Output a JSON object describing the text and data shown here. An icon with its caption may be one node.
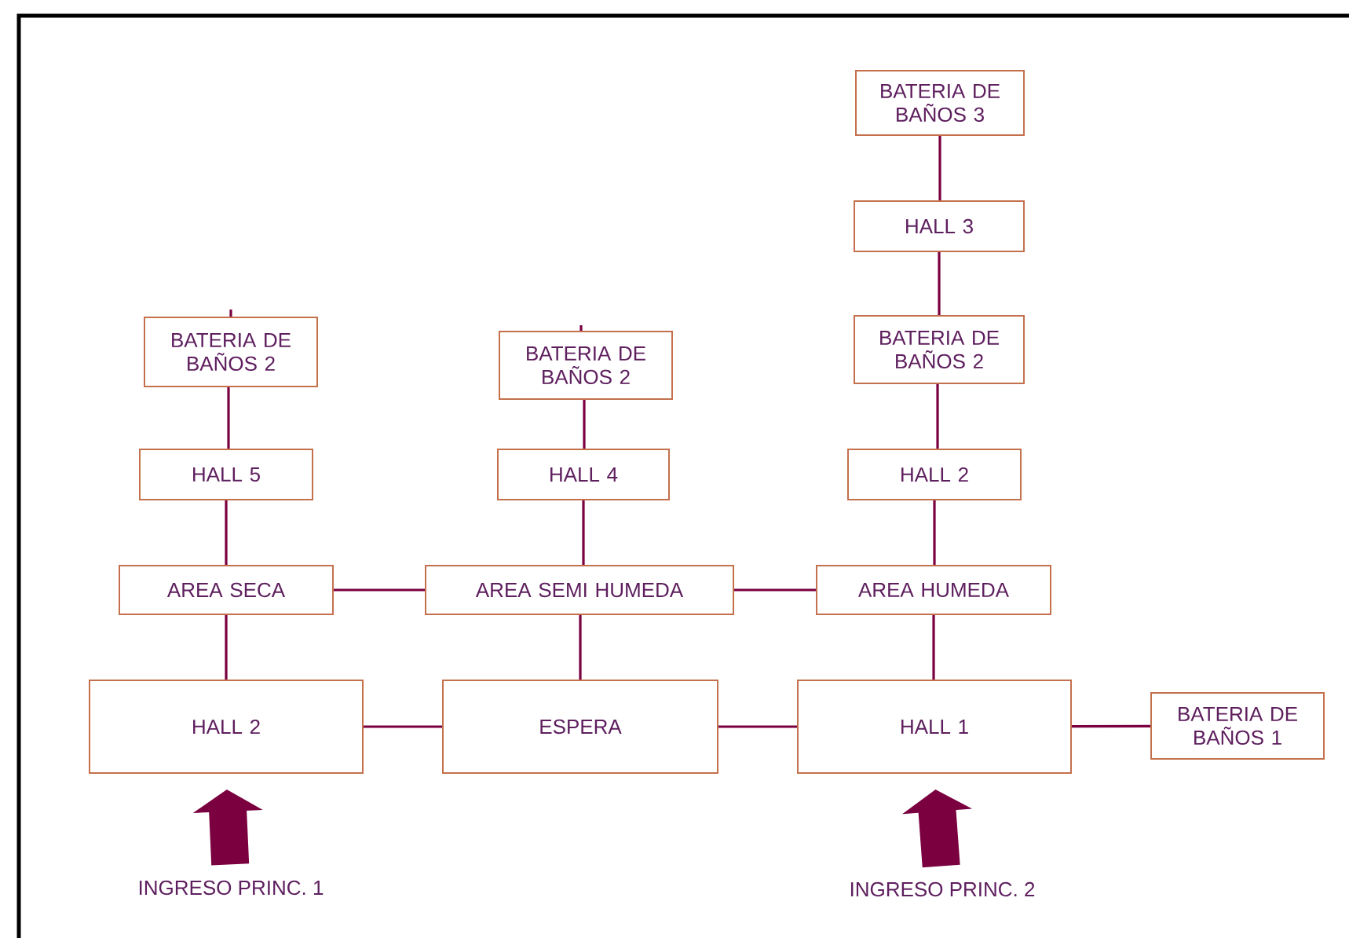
{
  "diagram": {
    "nodes": [
      {
        "text": [
          "BATERIA DE BAÑOS 3"
        ]
      },
      {
        "text": [
          "HALL 3"
        ]
      },
      {
        "text": [
          "BATERIA DE BAÑOS 2"
        ]
      },
      {
        "text": [
          "BATERIA DE BAÑOS 2"
        ]
      },
      {
        "text": [
          "BATERIA DE BAÑOS 2"
        ]
      },
      {
        "text": [
          "HALL 5"
        ]
      },
      {
        "text": [
          "HALL 4"
        ]
      },
      {
        "text": [
          "HALL 2"
        ]
      },
      {
        "text": [
          "AREA SECA"
        ]
      },
      {
        "text": [
          "AREA SEMI HUMEDA"
        ]
      },
      {
        "text": [
          "AREA HUMEDA"
        ]
      },
      {
        "text": [
          "HALL 2"
        ]
      },
      {
        "text": [
          "ESPERA"
        ]
      },
      {
        "text": [
          "HALL 1"
        ]
      },
      {
        "text": [
          "BATERIA DE BAÑOS 1"
        ]
      },
      {
        "text": [
          "INGRESO PRINC. 1"
        ]
      },
      {
        "text": [
          "INGRESO PRINC. 2"
        ]
      }
    ],
    "edges": [
      {
        "from": 0,
        "to": 1,
        "arrow": "none"
      },
      {
        "from": 1,
        "to": 4,
        "arrow": "none"
      },
      {
        "from": 4,
        "to": 7,
        "arrow": "none"
      },
      {
        "from": 7,
        "to": 10,
        "arrow": "none"
      },
      {
        "from": 2,
        "to": 5,
        "arrow": "none"
      },
      {
        "from": 5,
        "to": 8,
        "arrow": "none"
      },
      {
        "from": 3,
        "to": 6,
        "arrow": "none"
      },
      {
        "from": 6,
        "to": 9,
        "arrow": "none"
      },
      {
        "from": 8,
        "to": 9,
        "arrow": "none"
      },
      {
        "from": 9,
        "to": 10,
        "arrow": "none"
      },
      {
        "from": 8,
        "to": 11,
        "arrow": "none"
      },
      {
        "from": 9,
        "to": 12,
        "arrow": "none"
      },
      {
        "from": 10,
        "to": 13,
        "arrow": "none"
      },
      {
        "from": 11,
        "to": 12,
        "arrow": "none"
      },
      {
        "from": 12,
        "to": 13,
        "arrow": "none"
      },
      {
        "from": 13,
        "to": 14,
        "arrow": "none"
      },
      {
        "from": 15,
        "to": 11,
        "arrow": "to",
        "style": "thick"
      },
      {
        "from": 16,
        "to": 13,
        "arrow": "to",
        "style": "thick"
      }
    ]
  }
}
